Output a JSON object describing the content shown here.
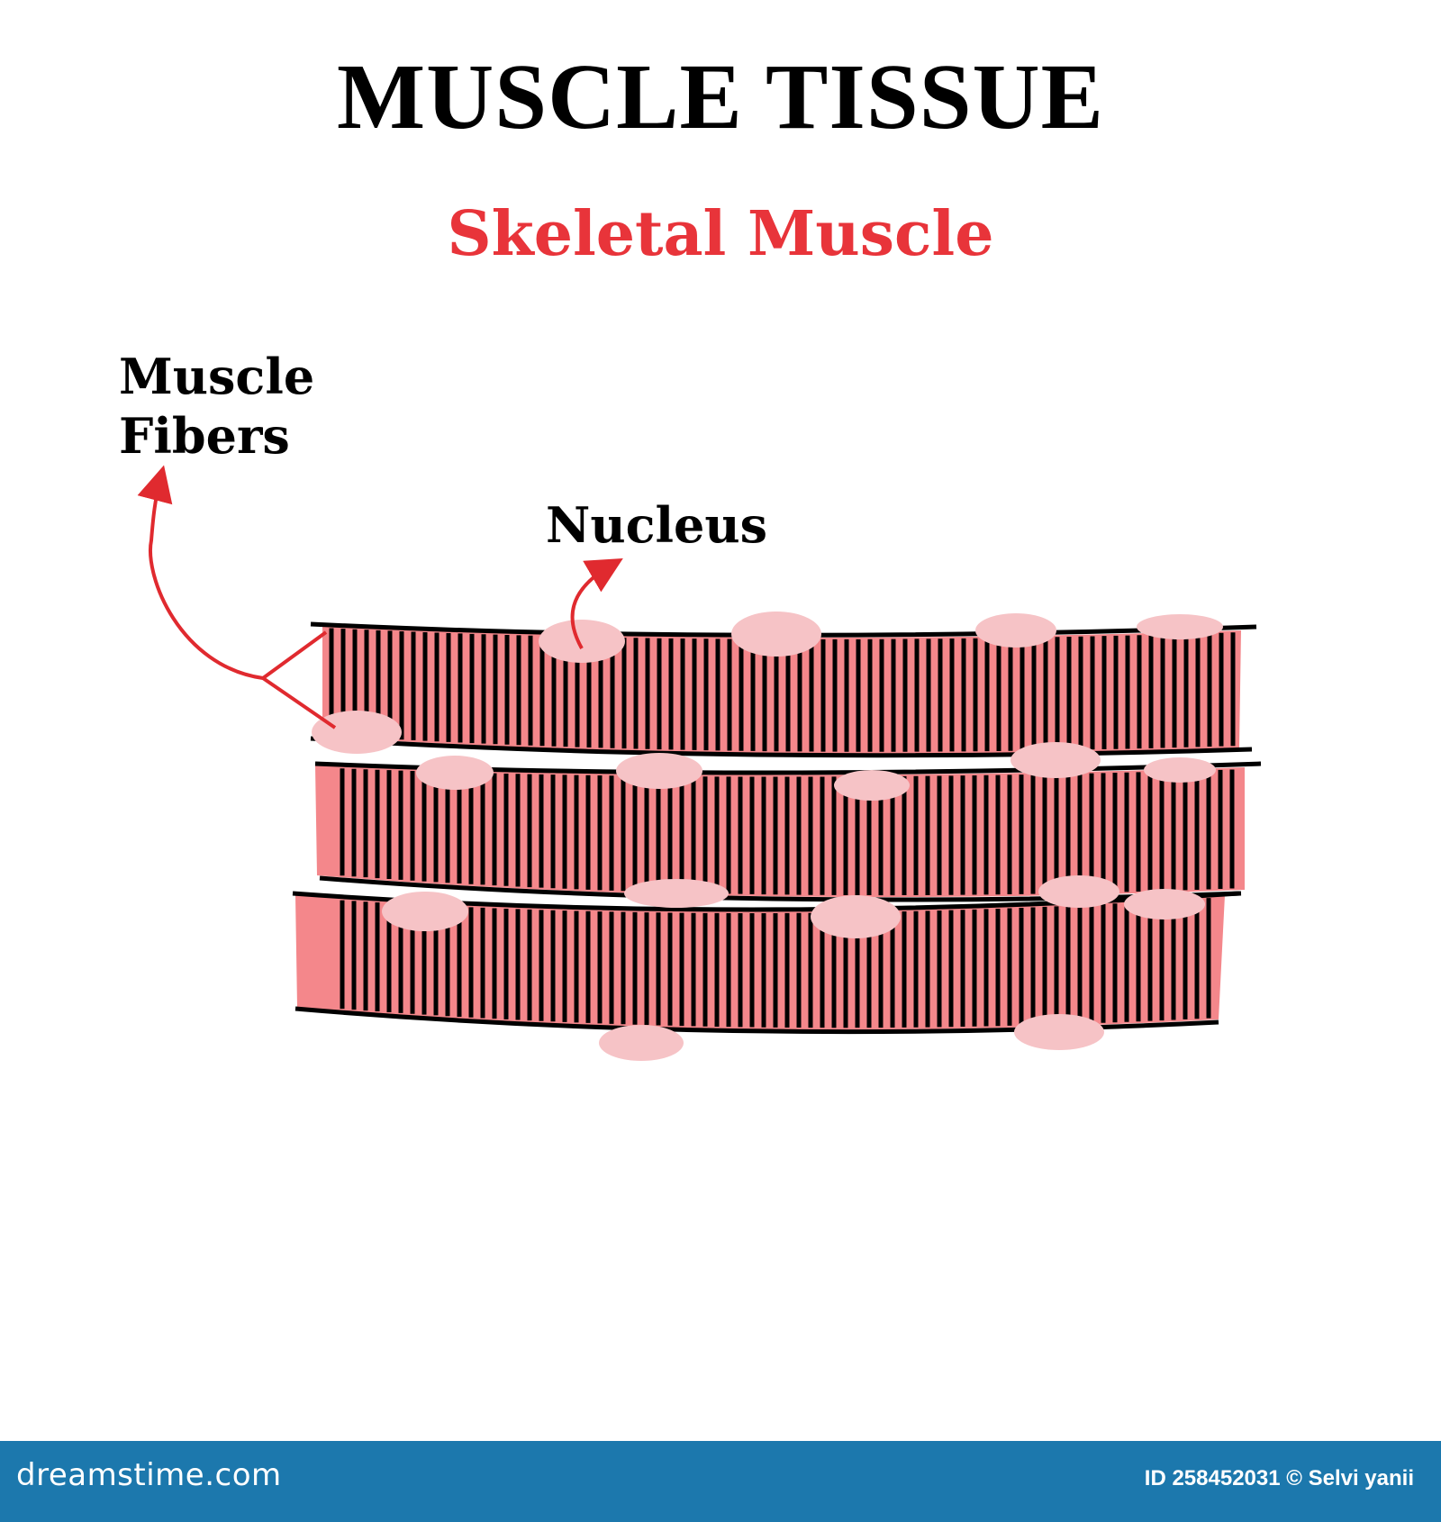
{
  "title": "MUSCLE TISSUE",
  "subtitle": "Skeletal Muscle",
  "labels": {
    "muscle_fibers_line1": "Muscle",
    "muscle_fibers_line2": "Fibers",
    "nucleus": "Nucleus"
  },
  "colors": {
    "title": "#000000",
    "subtitle": "#e8343a",
    "fiber_fill": "#f4878b",
    "nucleus_fill": "#f6c3c6",
    "arrow": "#e02a2f",
    "footer_bg": "#1c78ad"
  },
  "footer": {
    "brand": "dreamstime.com",
    "credit": "ID 258452031 © Selvi yanii"
  }
}
